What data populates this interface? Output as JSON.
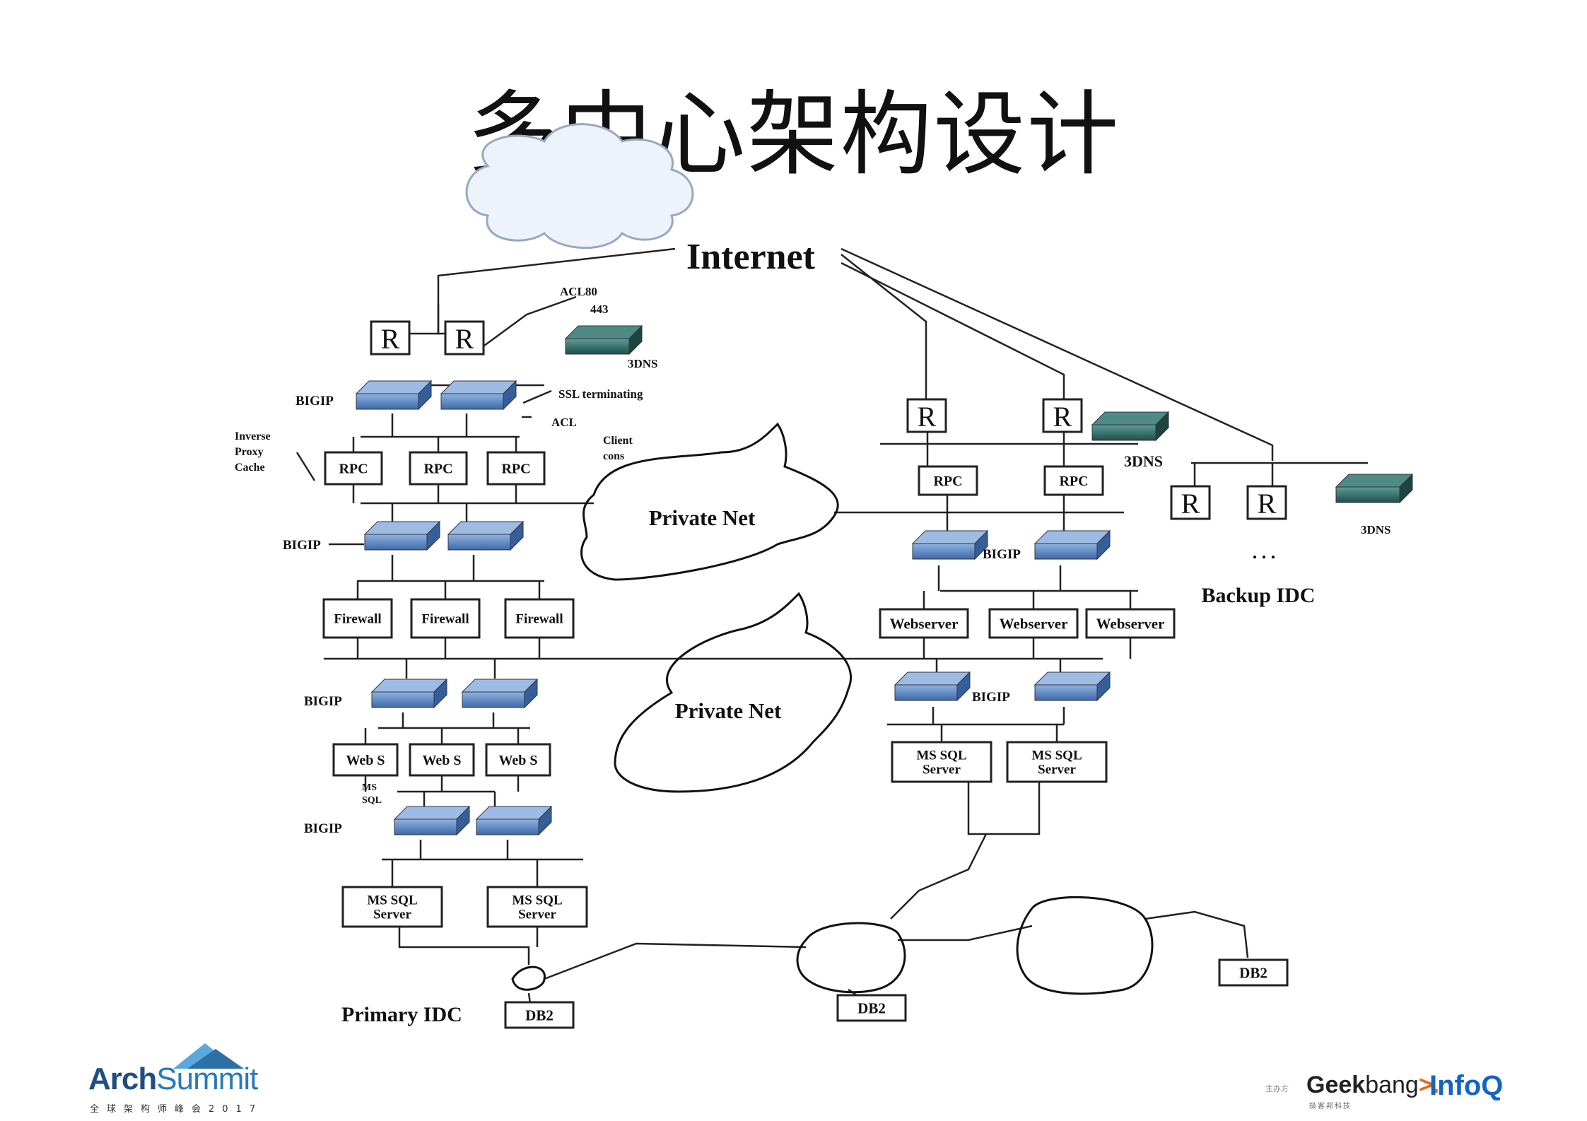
{
  "title": "多中心架构设计",
  "nodes": {
    "internet": "Internet",
    "r": "R",
    "dns3": "3DNS",
    "acl80": "ACL80",
    "port443": "443",
    "bigip": "BIGIP",
    "ssl": "SSL terminating",
    "acl": "ACL",
    "inverse_proxy": [
      "Inverse",
      "Proxy",
      "Cache"
    ],
    "client_cons": [
      "Client",
      "cons"
    ],
    "rpc": "RPC",
    "private_net": "Private Net",
    "firewall": "Firewall",
    "webs": "Web S",
    "ms": [
      "MS",
      "SQL"
    ],
    "mssql": [
      "MS SQL",
      "Server"
    ],
    "webserver": "Webserver",
    "db2": "DB2",
    "primary_idc": "Primary IDC",
    "backup_idc": "Backup IDC",
    "ellipsis": ". . ."
  },
  "footer": {
    "arch_bold": "Arch",
    "arch_light": "Summit",
    "arch_sub": "全球架构师峰会2017",
    "organizer": "主办方",
    "geek_bold": "Geek",
    "geek_light": "bang",
    "geek_arrow": ">.",
    "geek_sub": "极客邦科技",
    "infoq": "InfoQ"
  },
  "colors": {
    "router_green": "#2f6f6a",
    "bigip_blue": "#5d86c0",
    "line": "#222222",
    "arch_blue": "#1f4f82",
    "geek_orange": "#e06a1b",
    "infoq_blue": "#1565c0"
  }
}
